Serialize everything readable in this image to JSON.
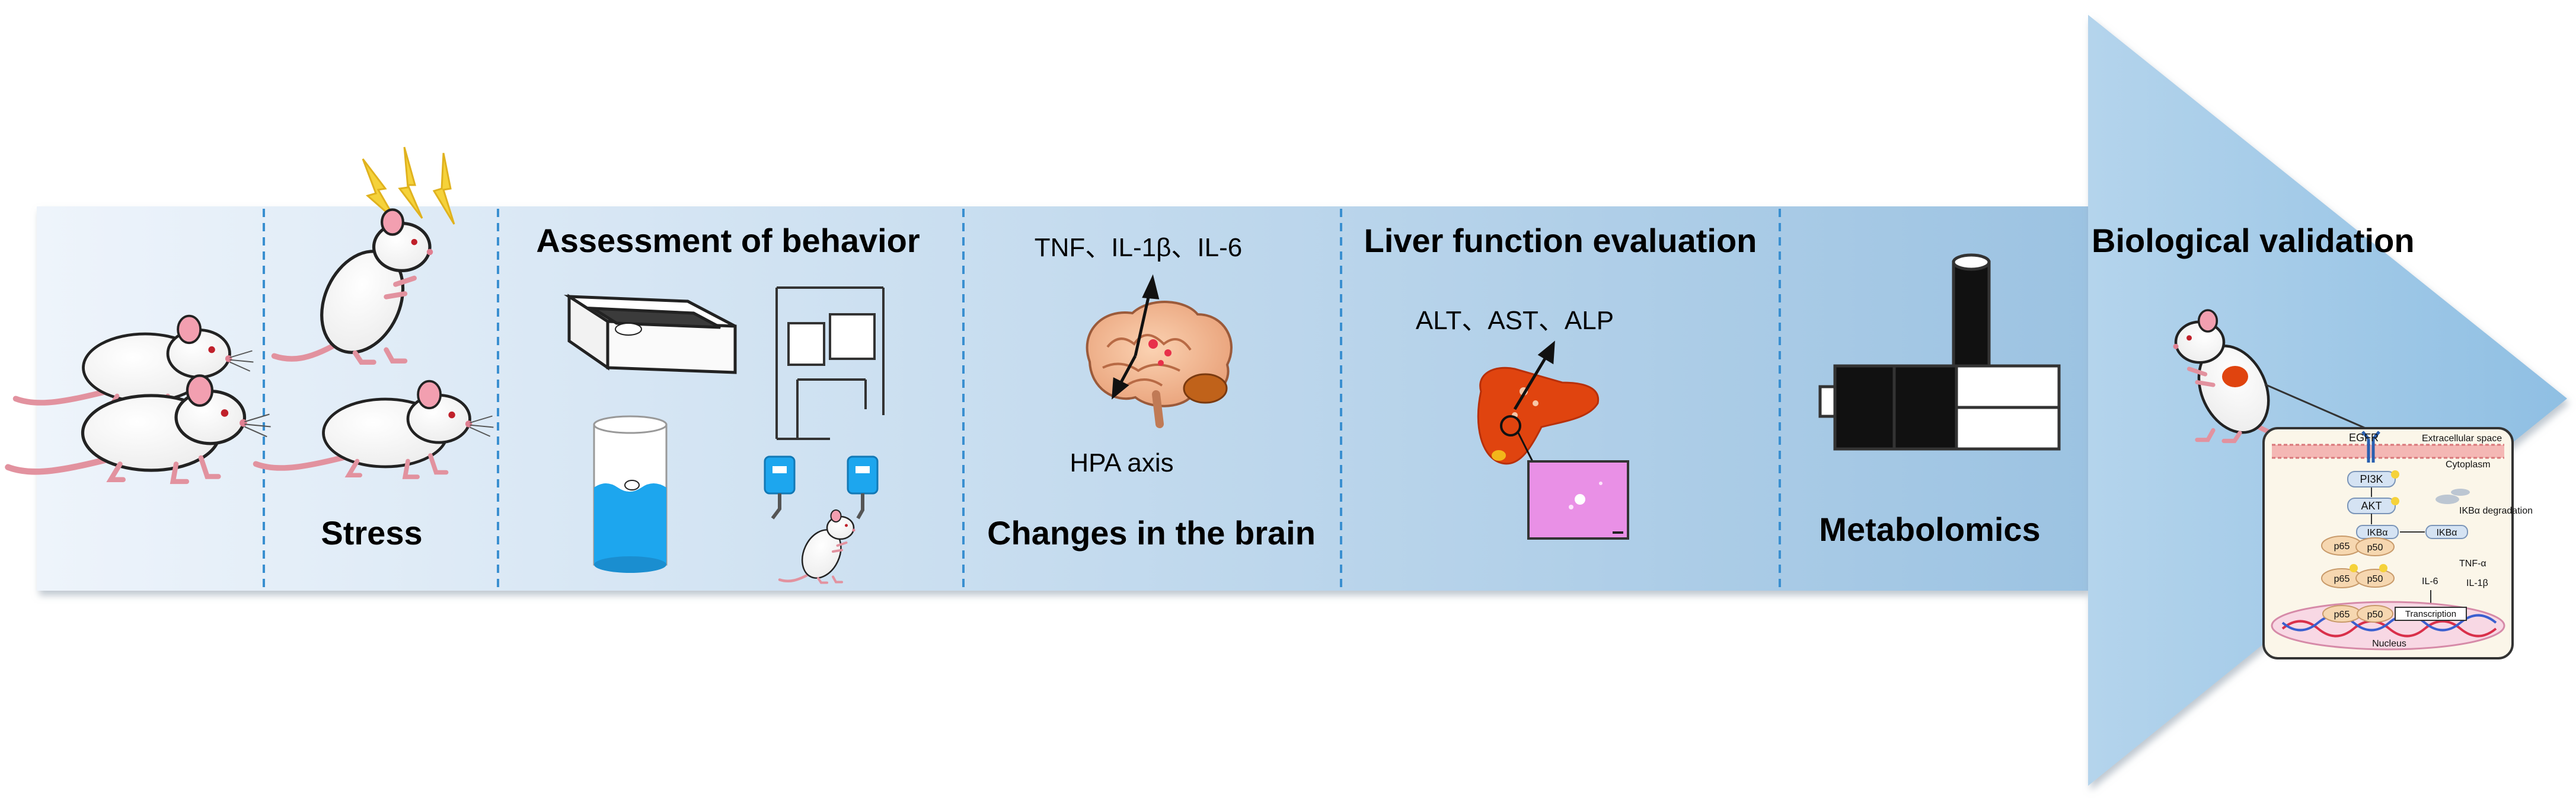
{
  "colors": {
    "band_light": "#eef4fb",
    "band_dark": "#9cc3e2",
    "arrow_head": "#b4d4ec",
    "divider": "#3a8fd0",
    "liver": "#e0440f",
    "histology": "#e990e6",
    "water": "#1da6ee",
    "lightning": "#f5d23a",
    "rat_ear": "#f29fb0"
  },
  "sections": [
    {
      "id": "control",
      "title": ""
    },
    {
      "id": "stress",
      "title": "Stress"
    },
    {
      "id": "behavior",
      "title": "Assessment of behavior"
    },
    {
      "id": "brain",
      "title": "Changes in the brain",
      "top_label": "TNF、IL-1β、IL-6",
      "bottom_label": "HPA axis"
    },
    {
      "id": "liver",
      "title": "Liver function evaluation",
      "markers": "ALT、AST、ALP"
    },
    {
      "id": "metabolomics",
      "title": "Metabolomics"
    },
    {
      "id": "validation",
      "title": "Biological validation"
    }
  ],
  "pathway": {
    "labels": {
      "egfr": "EGFR",
      "extracellular": "Extracellular space",
      "cytoplasm": "Cytoplasm",
      "pi3k": "PI3K",
      "akt": "AKT",
      "ikba": "IKBα",
      "ikba_right": "IKBα",
      "ikba_deg": "IKBα degradation",
      "p65a": "p65",
      "p50a": "p50",
      "p65b": "p65",
      "p50b": "p50",
      "p65c": "p65",
      "p50c": "p50",
      "tnfa": "TNF-α",
      "il6": "IL-6",
      "il1b": "IL-1β",
      "transcription": "Transcription",
      "nucleus": "Nucleus"
    }
  },
  "icons": [
    "rat-icon",
    "lightning-icon",
    "open-field-icon",
    "maze-icon",
    "swim-tank-icon",
    "tail-suspension-icon",
    "brain-icon",
    "liver-icon",
    "histology-icon",
    "mass-spectrometer-icon",
    "pathway-icon"
  ]
}
